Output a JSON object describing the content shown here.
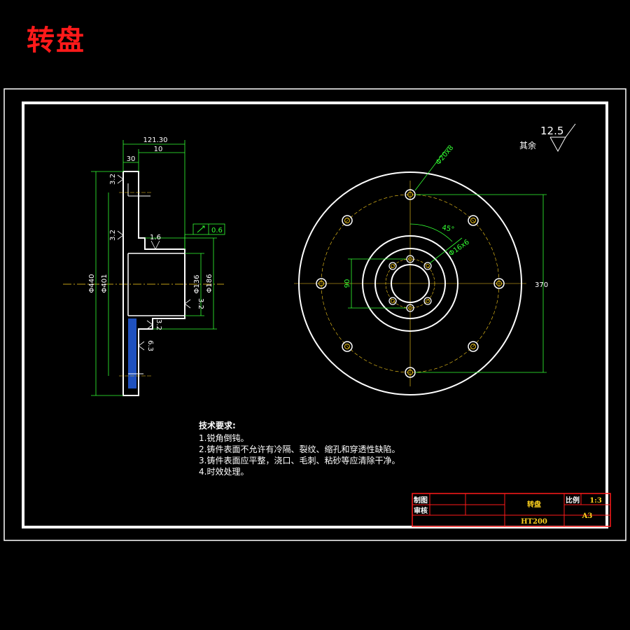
{
  "title": "转盘",
  "roughness": {
    "value": "12.5",
    "label": "其余"
  },
  "tech_requirements": {
    "heading": "技术要求:",
    "items": [
      "1.锐角倒钝。",
      "2.铸件表面不允许有冷隔、裂纹、缩孔和穿透性缺陷。",
      "3.铸件表面应平整，浇口、毛刺、粘砂等应清除干净。",
      "4.时效处理。"
    ]
  },
  "title_block": {
    "drawn_label": "制图",
    "checked_label": "审核",
    "part_name": "转盘",
    "scale_label": "比例",
    "scale_value": "1:3",
    "material": "HT200",
    "sheet_size": "A3"
  },
  "section_view": {
    "dims": {
      "overall_width": "121.30",
      "hub_width": "10",
      "flange_thickness": "30",
      "dia_outer": "Φ440",
      "dia_bolt": "Φ401",
      "dia_bore": "Φ136",
      "dia_hub": "Φ186",
      "tolerance_value": "0.6",
      "rough_1": "3.2",
      "rough_2": "3.2",
      "rough_3": "1.6",
      "rough_4": "3.2",
      "rough_5": "3.2",
      "rough_6": "6.3"
    }
  },
  "front_view": {
    "dims": {
      "hole_outer": "Φ20x8",
      "hole_inner": "Φ16x6",
      "angle": "45°",
      "inner_pcd": "90",
      "outer_pcd": "370"
    }
  },
  "colors": {
    "line": "#ffffff",
    "dimension": "#33ff33",
    "centerline": "#ffd21e",
    "title_block": "#ff1a1a",
    "hatch": "#2a6cff",
    "title": "#ff1a1a"
  }
}
